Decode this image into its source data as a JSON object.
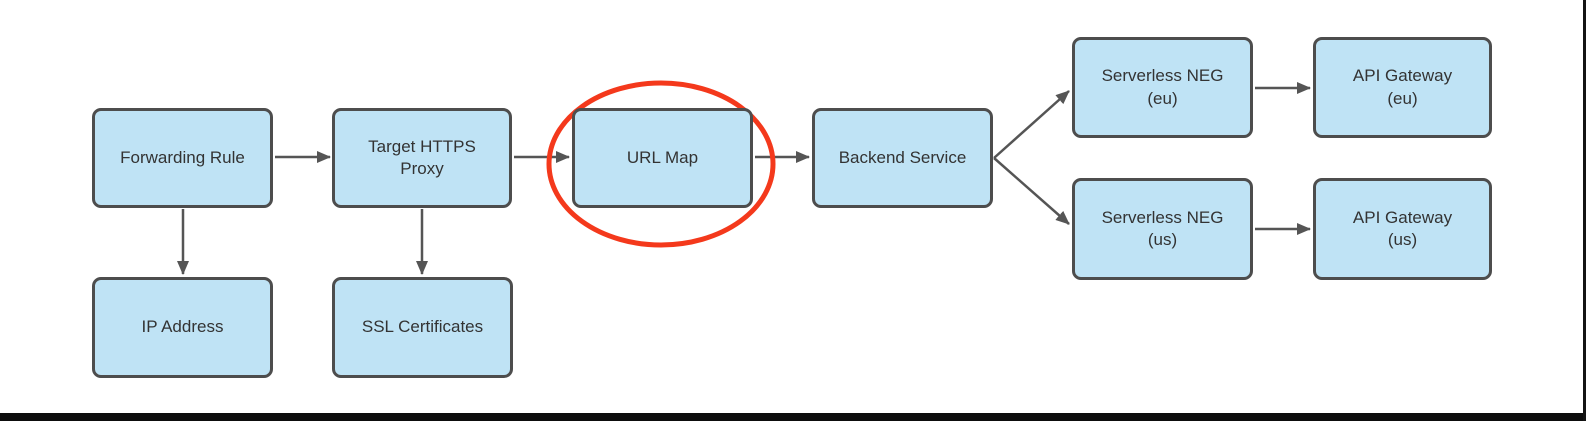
{
  "diagram": {
    "description": "Load balancer architecture flow diagram with the URL Map step circled",
    "colors": {
      "node_fill": "#BFE3F5",
      "node_border": "#4D4D4D",
      "node_text": "#333333",
      "arrow": "#555555",
      "highlight_ellipse": "#F4391C",
      "frame_edge": "#0D0D0D",
      "background": "#FFFFFF"
    },
    "nodes": [
      {
        "id": "forwarding-rule",
        "label": "Forwarding Rule"
      },
      {
        "id": "target-https-proxy",
        "label": "Target HTTPS\nProxy"
      },
      {
        "id": "url-map",
        "label": "URL Map",
        "highlighted": true
      },
      {
        "id": "backend-service",
        "label": "Backend Service"
      },
      {
        "id": "serverless-neg-eu",
        "label": "Serverless NEG\n(eu)"
      },
      {
        "id": "api-gateway-eu",
        "label": "API Gateway\n(eu)"
      },
      {
        "id": "serverless-neg-us",
        "label": "Serverless NEG\n(us)"
      },
      {
        "id": "api-gateway-us",
        "label": "API Gateway\n(us)"
      },
      {
        "id": "ip-address",
        "label": "IP Address"
      },
      {
        "id": "ssl-certificates",
        "label": "SSL Certificates"
      }
    ],
    "edges": [
      {
        "from": "forwarding-rule",
        "to": "target-https-proxy"
      },
      {
        "from": "target-https-proxy",
        "to": "url-map"
      },
      {
        "from": "url-map",
        "to": "backend-service"
      },
      {
        "from": "backend-service",
        "to": "serverless-neg-eu"
      },
      {
        "from": "backend-service",
        "to": "serverless-neg-us"
      },
      {
        "from": "serverless-neg-eu",
        "to": "api-gateway-eu"
      },
      {
        "from": "serverless-neg-us",
        "to": "api-gateway-us"
      },
      {
        "from": "forwarding-rule",
        "to": "ip-address"
      },
      {
        "from": "target-https-proxy",
        "to": "ssl-certificates"
      }
    ],
    "annotations": [
      {
        "type": "ellipse-highlight",
        "around": "url-map"
      }
    ]
  }
}
